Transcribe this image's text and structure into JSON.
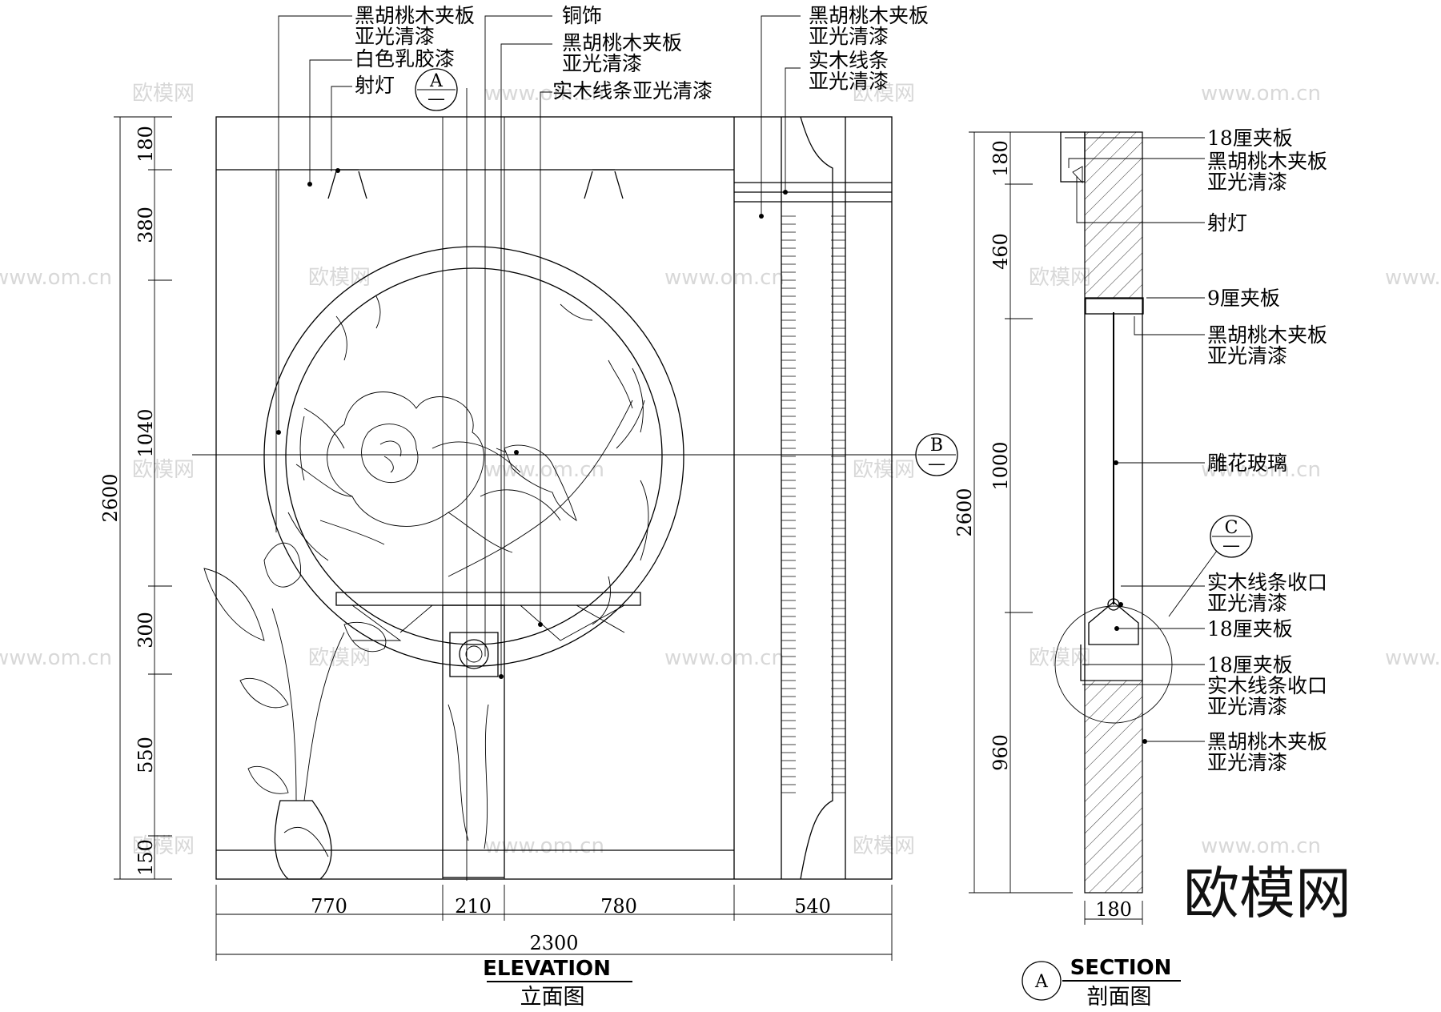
{
  "elevation": {
    "title_en": "ELEVATION",
    "title_cn": "立面图",
    "labels": {
      "walnut_top_1": "黑胡桃木夹板",
      "walnut_top_2": "亚光清漆",
      "latex": "白色乳胶漆",
      "spotlight": "射灯",
      "copper": "铜饰",
      "walnut_mid_1": "黑胡桃木夹板",
      "walnut_mid_2": "亚光清漆",
      "molding": "实木线条亚光清漆",
      "walnut_right_1": "黑胡桃木夹板",
      "walnut_right_2": "亚光清漆",
      "wood_line_1": "实木线条",
      "wood_line_2": "亚光清漆"
    },
    "bubble_a_letter": "A",
    "bubble_a_sub": "—",
    "bubble_b_letter": "B",
    "bubble_b_sub": "—",
    "dims_v": [
      "180",
      "380",
      "1040",
      "300",
      "550",
      "150"
    ],
    "dim_total_v": "2600",
    "dims_h": [
      "770",
      "210",
      "780",
      "540"
    ],
    "dim_total_h": "2300"
  },
  "section": {
    "title_en": "SECTION",
    "title_cn": "剖面图",
    "marker": "A",
    "bubble_c_letter": "C",
    "bubble_c_sub": "—",
    "labels": {
      "ply18_a": "18厘夹板",
      "walnut_a_1": "黑胡桃木夹板",
      "walnut_a_2": "亚光清漆",
      "spotlight": "射灯",
      "ply9": "9厘夹板",
      "walnut_b_1": "黑胡桃木夹板",
      "walnut_b_2": "亚光清漆",
      "glass": "雕花玻璃",
      "edge_a_1": "实木线条收口",
      "edge_a_2": "亚光清漆",
      "ply18_b": "18厘夹板",
      "ply18_c": "18厘夹板",
      "edge_b_1": "实木线条收口",
      "edge_b_2": "亚光清漆",
      "walnut_c_1": "黑胡桃木夹板",
      "walnut_c_2": "亚光清漆"
    },
    "dims_v": [
      "180",
      "460",
      "1000",
      "960"
    ],
    "dim_total_v": "2600",
    "dim_width": "180"
  },
  "watermark": {
    "small_cn": "欧模网",
    "url": "www.om.cn",
    "large_cn": "欧模网"
  }
}
